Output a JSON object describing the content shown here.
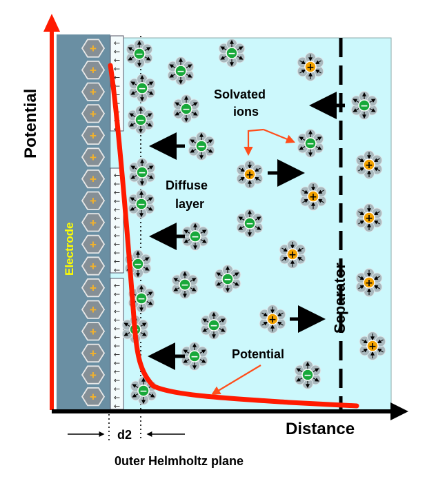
{
  "labels": {
    "y_axis": "Potential",
    "x_axis": "Distance",
    "electrode": "Electrode",
    "separator": "Separator",
    "solvated_line1": "Solvated",
    "solvated_line2": "ions",
    "diffuse_line1": "Diffuse",
    "diffuse_line2": "layer",
    "potential_curve": "Potential",
    "d2": "d2",
    "ohp": "0uter Helmholtz plane"
  },
  "colors": {
    "electrolyte": "#ccf8fc",
    "electrode_body": "#6a8fa3",
    "hexagon_fill": "#858f96",
    "plus_color": "#f4b22a",
    "axis_red": "#ff1a00",
    "anion_green": "#18a83a",
    "cation_orange": "#f5a300",
    "annotation_arrow": "#ff4d1a",
    "electrode_text": "#ffff00"
  },
  "icons": {
    "electrode_charge": "plus-hexagon-icon",
    "anion": "solvated-anion-icon",
    "cation": "solvated-cation-icon",
    "dipole": "solvent-dipole-icon"
  },
  "symbols": {
    "plus": "+",
    "minus": "−",
    "dipole_arrow": "←"
  }
}
